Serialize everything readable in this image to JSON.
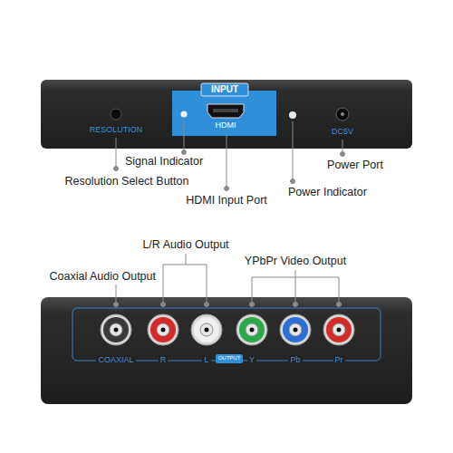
{
  "diagram": {
    "labels": [
      "RESOLUTION",
      "INPUT",
      "HDMI",
      "DC5V",
      "Signal Indicator",
      "Resolution Select Button",
      "HDMI Input Port",
      "Power Indicator",
      "Power Port",
      "L/R Audio Output",
      "Coaxial Audio Output",
      "YPbPr Video Output",
      "COAXIAL",
      "R",
      "L",
      "OUTPUT",
      "Y",
      "Pb",
      "Pr"
    ]
  }
}
